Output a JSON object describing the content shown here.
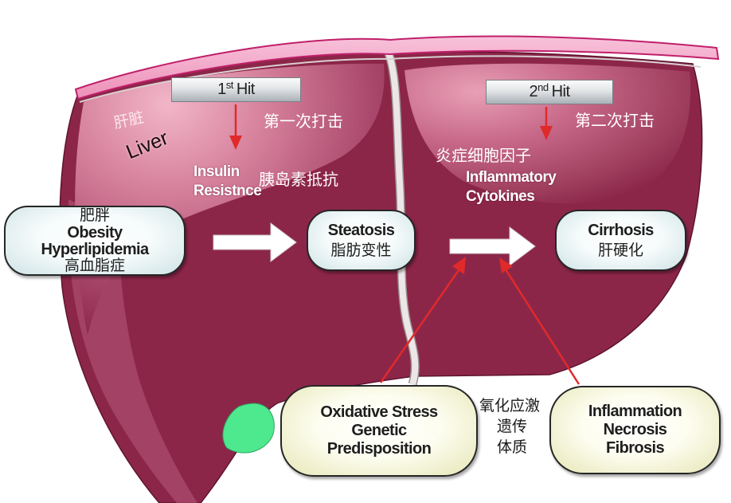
{
  "hits": [
    {
      "num": "1",
      "sup": "st",
      "word": "Hit",
      "cn": "第一次打击"
    },
    {
      "num": "2",
      "sup": "nd",
      "word": "Hit",
      "cn": "第二次打击"
    }
  ],
  "liver": {
    "cn": "肝脏",
    "en": "Liver"
  },
  "insulin": {
    "en_line1": "Insulin",
    "en_line2": "Resistnce",
    "cn": "胰岛素抵抗"
  },
  "cytokines": {
    "cn": "炎症细胞因子",
    "en_line1": "Inflammatory",
    "en_line2": "Cytokines"
  },
  "stages": {
    "obesity": {
      "cn_top": "肥胖",
      "en_line1": "Obesity",
      "en_line2": "Hyperlipidemia",
      "cn_bottom": "高血脂症"
    },
    "steatosis": {
      "en": "Steatosis",
      "cn": "脂肪变性"
    },
    "cirrhosis": {
      "en": "Cirrhosis",
      "cn": "肝硬化"
    }
  },
  "factors": {
    "oxidative": {
      "lines": [
        "Oxidative Stress",
        "Genetic",
        "Predisposition"
      ],
      "cn": [
        "氧化应激",
        "遗传",
        "体质"
      ]
    },
    "inflammation": {
      "lines": [
        "Inflammation",
        "Necrosis",
        "Fibrosis"
      ]
    }
  },
  "colors": {
    "liver": "#8c2649",
    "liver_highlight": "#f0b0c4",
    "membrane": "#f3a6c8",
    "membrane_edge": "#c0206a",
    "gallbladder": "#4ee88f",
    "hit_arrow": "#e02a2a",
    "flow_arrow": "#ffffff",
    "stage_box": "#cfe3e6",
    "factor_box": "#e6e6b6"
  }
}
